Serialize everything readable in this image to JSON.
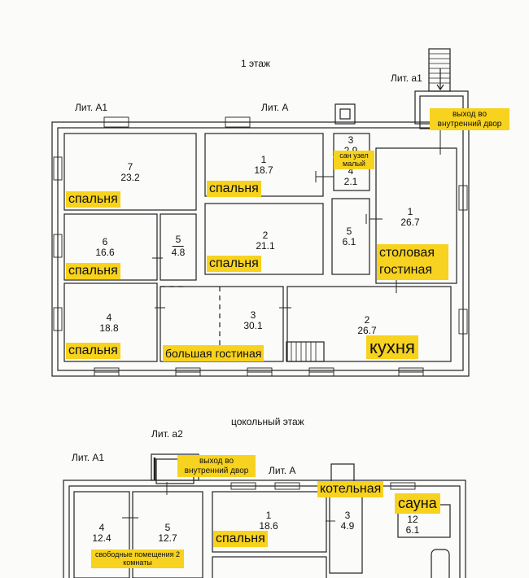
{
  "floor1": {
    "title": "1 этаж",
    "lit": {
      "a1_left": "Лит. А1",
      "a": "Лит. А",
      "a1_right": "Лит. а1"
    },
    "rooms": [
      {
        "id": "r7",
        "num": "7",
        "area": "23.2"
      },
      {
        "id": "r1a",
        "num": "1",
        "area": "18.7"
      },
      {
        "id": "r3",
        "num": "3",
        "area": "2.9"
      },
      {
        "id": "r4s",
        "num": "4",
        "area": "2.1"
      },
      {
        "id": "r1b",
        "num": "1",
        "area": "26.7"
      },
      {
        "id": "r6",
        "num": "6",
        "area": "16.6"
      },
      {
        "id": "r5a",
        "num": "5",
        "area": "4.8"
      },
      {
        "id": "r2a",
        "num": "2",
        "area": "21.1"
      },
      {
        "id": "r5b",
        "num": "5",
        "area": "6.1"
      },
      {
        "id": "r4",
        "num": "4",
        "area": "18.8"
      },
      {
        "id": "r3b",
        "num": "3",
        "area": "30.1"
      },
      {
        "id": "r2b",
        "num": "2",
        "area": "26.7"
      }
    ],
    "labels": {
      "exit": "выход во внутренний двор",
      "wc": "сан узел малый",
      "bed7": "спальня",
      "bed1": "спальня",
      "bed6": "спальня",
      "bed2": "спальня",
      "bed4": "спальня",
      "dining": "столовая гостиная",
      "living": "большая гостиная",
      "kitchen": "кухня"
    }
  },
  "basement": {
    "title": "цокольный этаж",
    "lit": {
      "a1": "Лит. А1",
      "a2": "Лит. а2",
      "a": "Лит. А"
    },
    "rooms": [
      {
        "id": "b4",
        "num": "4",
        "area": "12.4"
      },
      {
        "id": "b5",
        "num": "5",
        "area": "12.7"
      },
      {
        "id": "b1",
        "num": "1",
        "area": "18.6"
      },
      {
        "id": "b3",
        "num": "3",
        "area": "4.9"
      },
      {
        "id": "b12",
        "num": "12",
        "area": "6.1"
      }
    ],
    "labels": {
      "exit": "выход во внутренний двор",
      "boiler": "котельная",
      "sauna": "сауна",
      "bed1": "спальня",
      "free": "свободные помещения 2 комнаты"
    }
  }
}
